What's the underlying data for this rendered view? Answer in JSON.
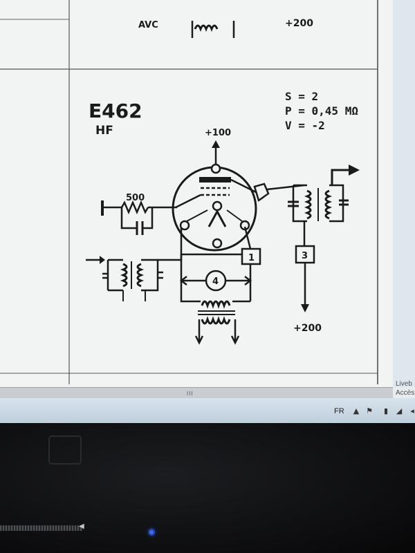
{
  "document": {
    "top_strip": {
      "avc_label": "AVC",
      "supply_label": "+200"
    },
    "tube": {
      "model": "E462",
      "type": "HF"
    },
    "specs": [
      "S = 2",
      "P = 0,45 MΩ",
      "V = -2"
    ],
    "labels": {
      "plus100": "+100",
      "resistor_500": "500",
      "box_1": "1",
      "box_3": "3",
      "circle_4": "4",
      "plus200": "+200"
    }
  },
  "side_panel": {
    "line1": "Liveb",
    "line2": "Accès"
  },
  "scrollbar": {
    "grip": "III"
  },
  "taskbar": {
    "language": "FR"
  }
}
